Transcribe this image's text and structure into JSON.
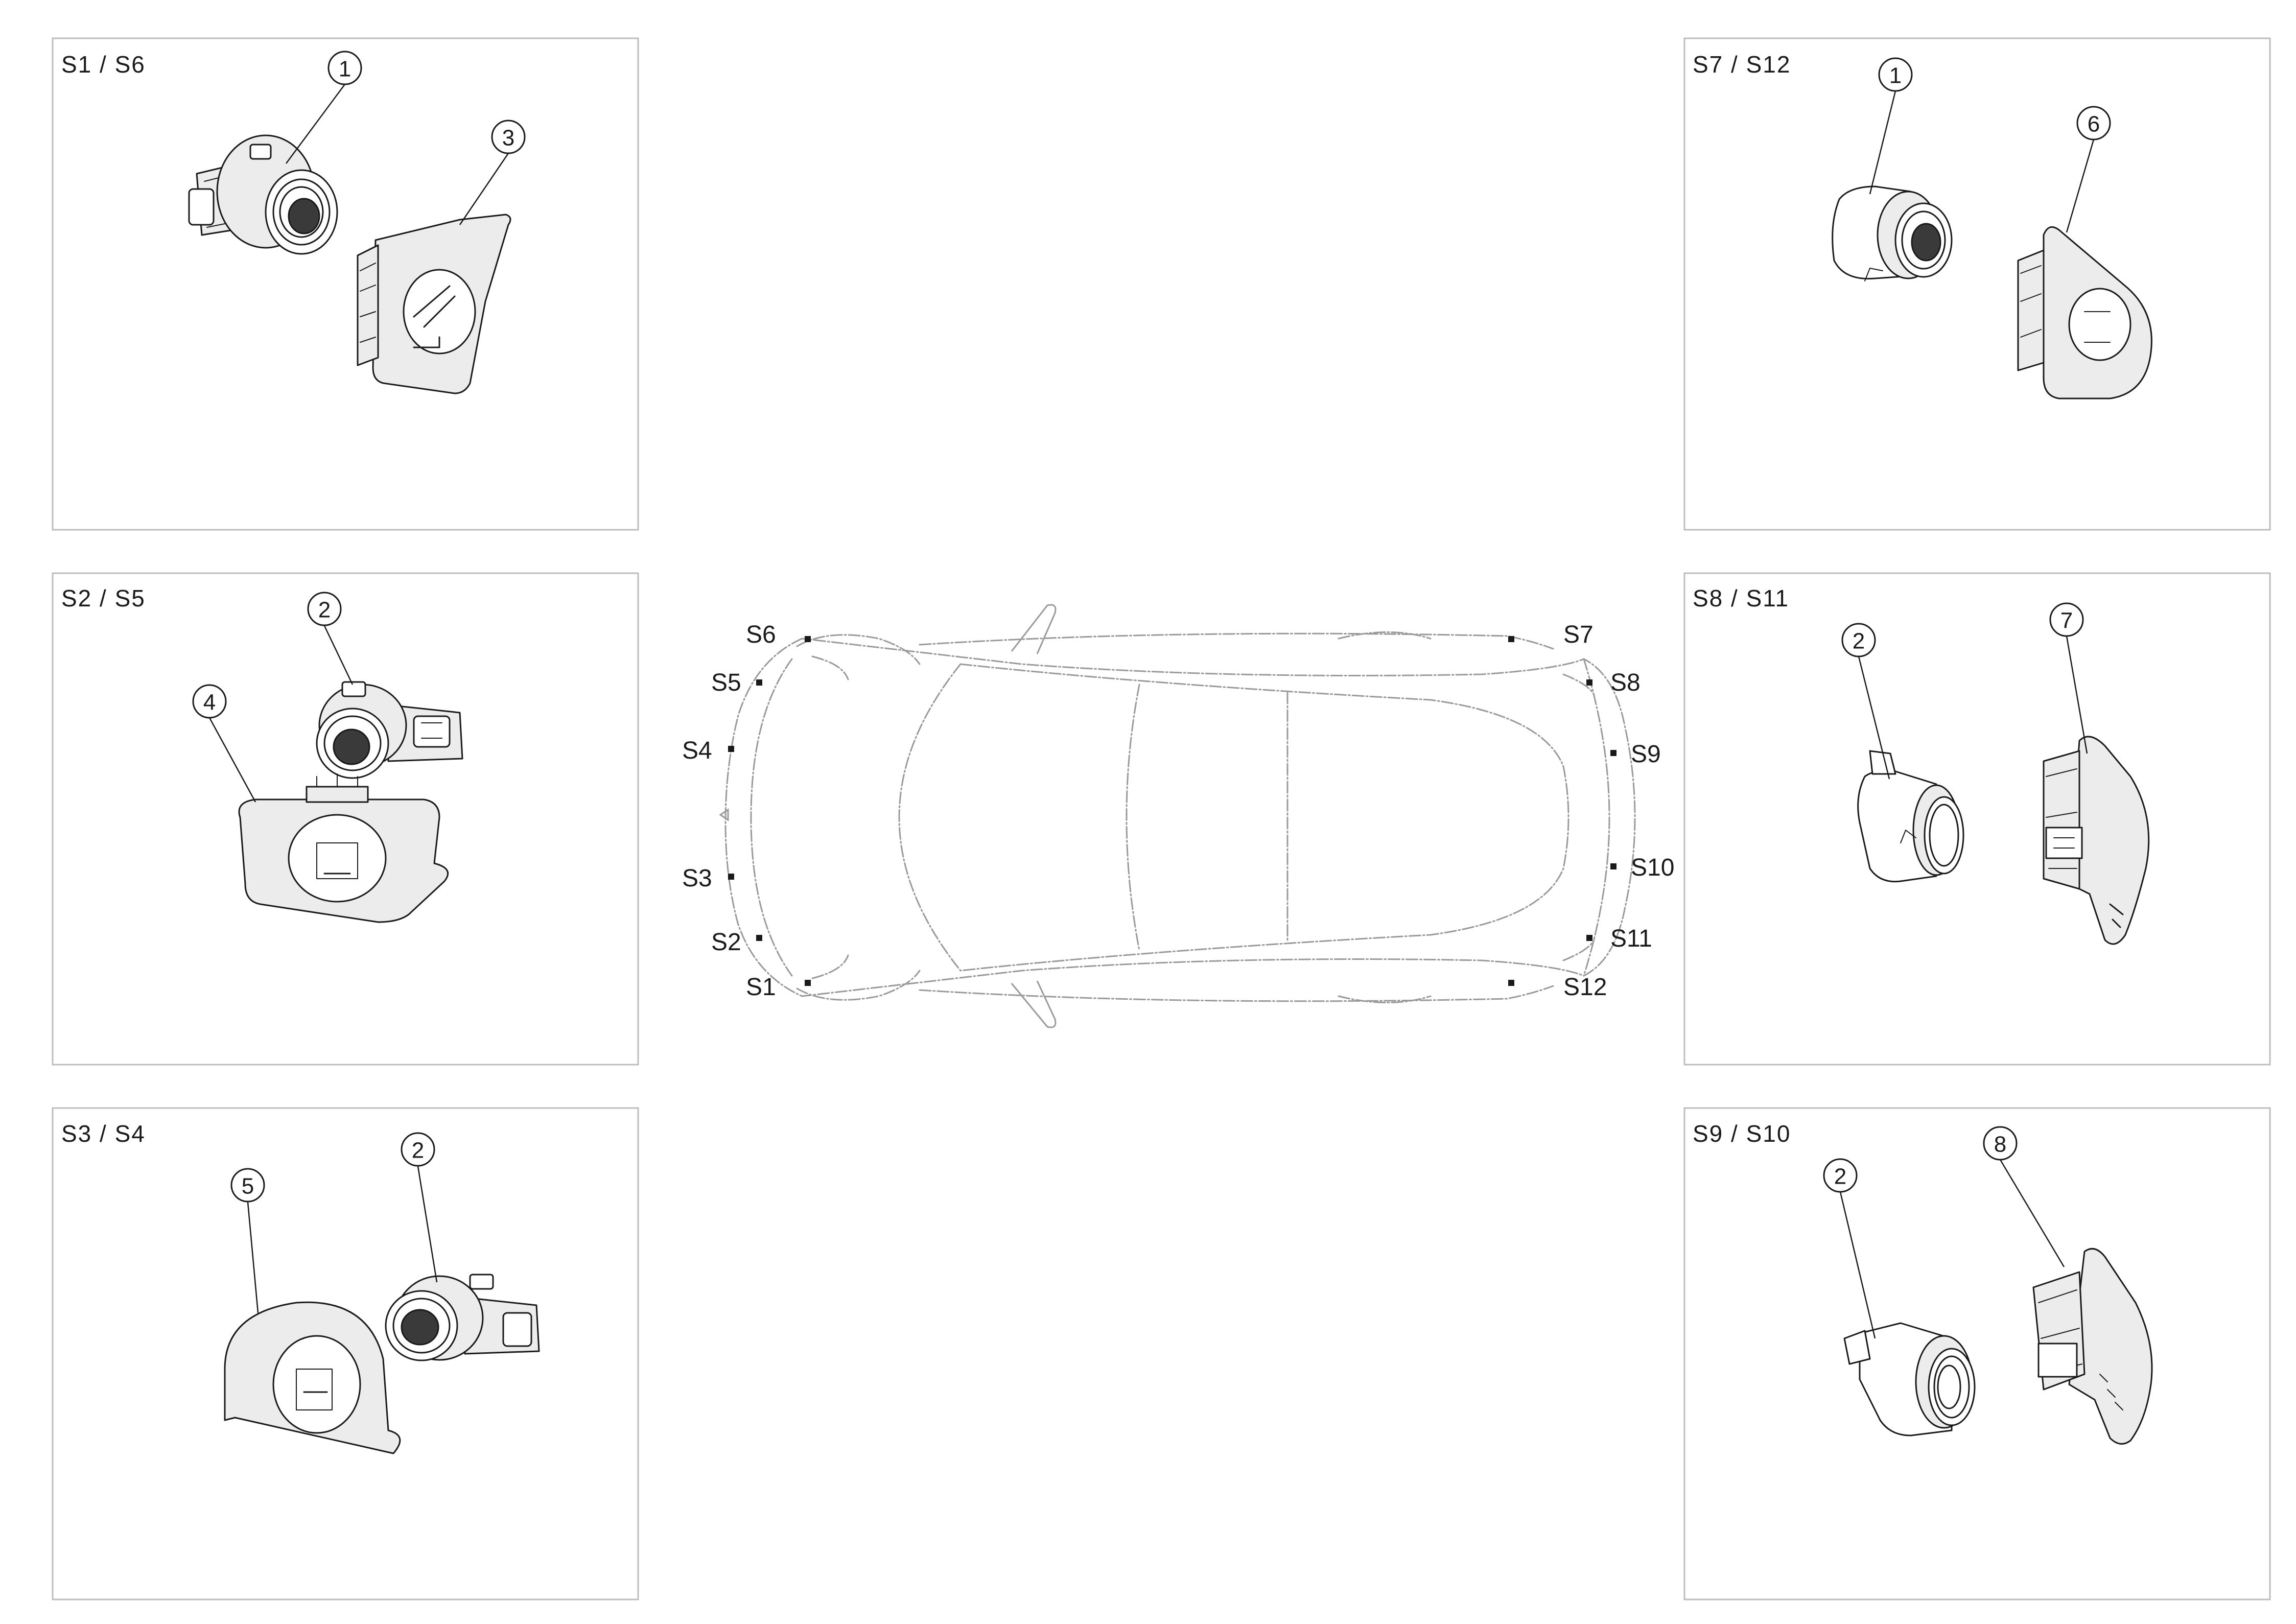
{
  "panels": [
    {
      "id": "s1s6",
      "title": "S1 / S6",
      "callouts": [
        "1",
        "3"
      ]
    },
    {
      "id": "s2s5",
      "title": "S2 / S5",
      "callouts": [
        "2",
        "4"
      ]
    },
    {
      "id": "s3s4",
      "title": "S3 / S4",
      "callouts": [
        "5",
        "2"
      ]
    },
    {
      "id": "s7s12",
      "title": "S7 / S12",
      "callouts": [
        "1",
        "6"
      ]
    },
    {
      "id": "s8s11",
      "title": "S8 / S11",
      "callouts": [
        "2",
        "7"
      ]
    },
    {
      "id": "s9s10",
      "title": "S9 / S10",
      "callouts": [
        "2",
        "8"
      ]
    }
  ],
  "car": {
    "sensors": [
      "S1",
      "S2",
      "S3",
      "S4",
      "S5",
      "S6",
      "S7",
      "S8",
      "S9",
      "S10",
      "S11",
      "S12"
    ]
  },
  "icons": [
    "parking-sensor-icon",
    "sensor-bezel-bracket-icon",
    "car-top-view-icon"
  ]
}
